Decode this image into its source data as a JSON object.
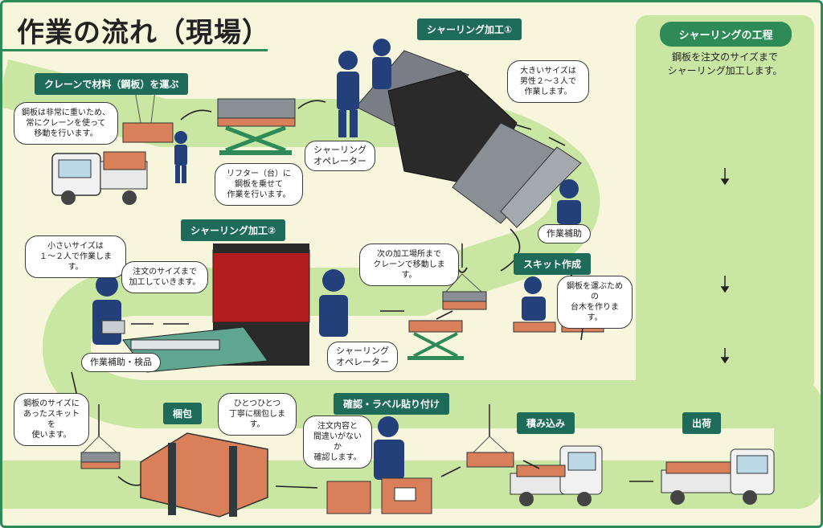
{
  "title": "作業の流れ（現場）",
  "tags": {
    "crane": "クレーンで材料（鋼板）を運ぶ",
    "shearing1": "シャーリング加工①",
    "shearing2": "シャーリング加工②",
    "skid": "スキット作成",
    "packing": "梱包",
    "confirm": "確認・ラベル貼り付け",
    "loading": "積み込み",
    "shipping": "出荷"
  },
  "bubbles": {
    "crane_note": "鋼板は非常に重いため、\n常にクレーンを使って\n移動を行います。",
    "lifter_note": "リフター（台）に\n鋼板を乗せて\n作業を行います。",
    "operator1": "シャーリング\nオペレーター",
    "large_size": "大きいサイズは\n男性２～３人で\n作業します。",
    "assist": "作業補助",
    "small_size": "小さいサイズは\n１～２人で作業します。",
    "order_size": "注文のサイズまで\n加工していきます。",
    "assist_inspect": "作業補助・検品",
    "operator2": "シャーリング\nオペレーター",
    "next_place": "次の加工場所まで\nクレーンで移動します。",
    "skid_note": "鋼板を運ぶための\n台木を作ります。",
    "skid_select": "鋼板のサイズに\nあったスキットを\n使います。",
    "pack_note": "ひとつひとつ\n丁寧に梱包します。",
    "confirm_note": "注文内容と\n間違いがないか\n確認します。"
  },
  "panel": {
    "title": "シャーリングの工程",
    "description": "鋼板を注文のサイズまで\nシャーリング加工します。"
  },
  "colors": {
    "frame": "#2e8b57",
    "tag": "#1f6b5a",
    "path": "#c9e7a2",
    "copper": "#d9805a",
    "steel": "#8a8f96",
    "worker": "#24407a"
  }
}
